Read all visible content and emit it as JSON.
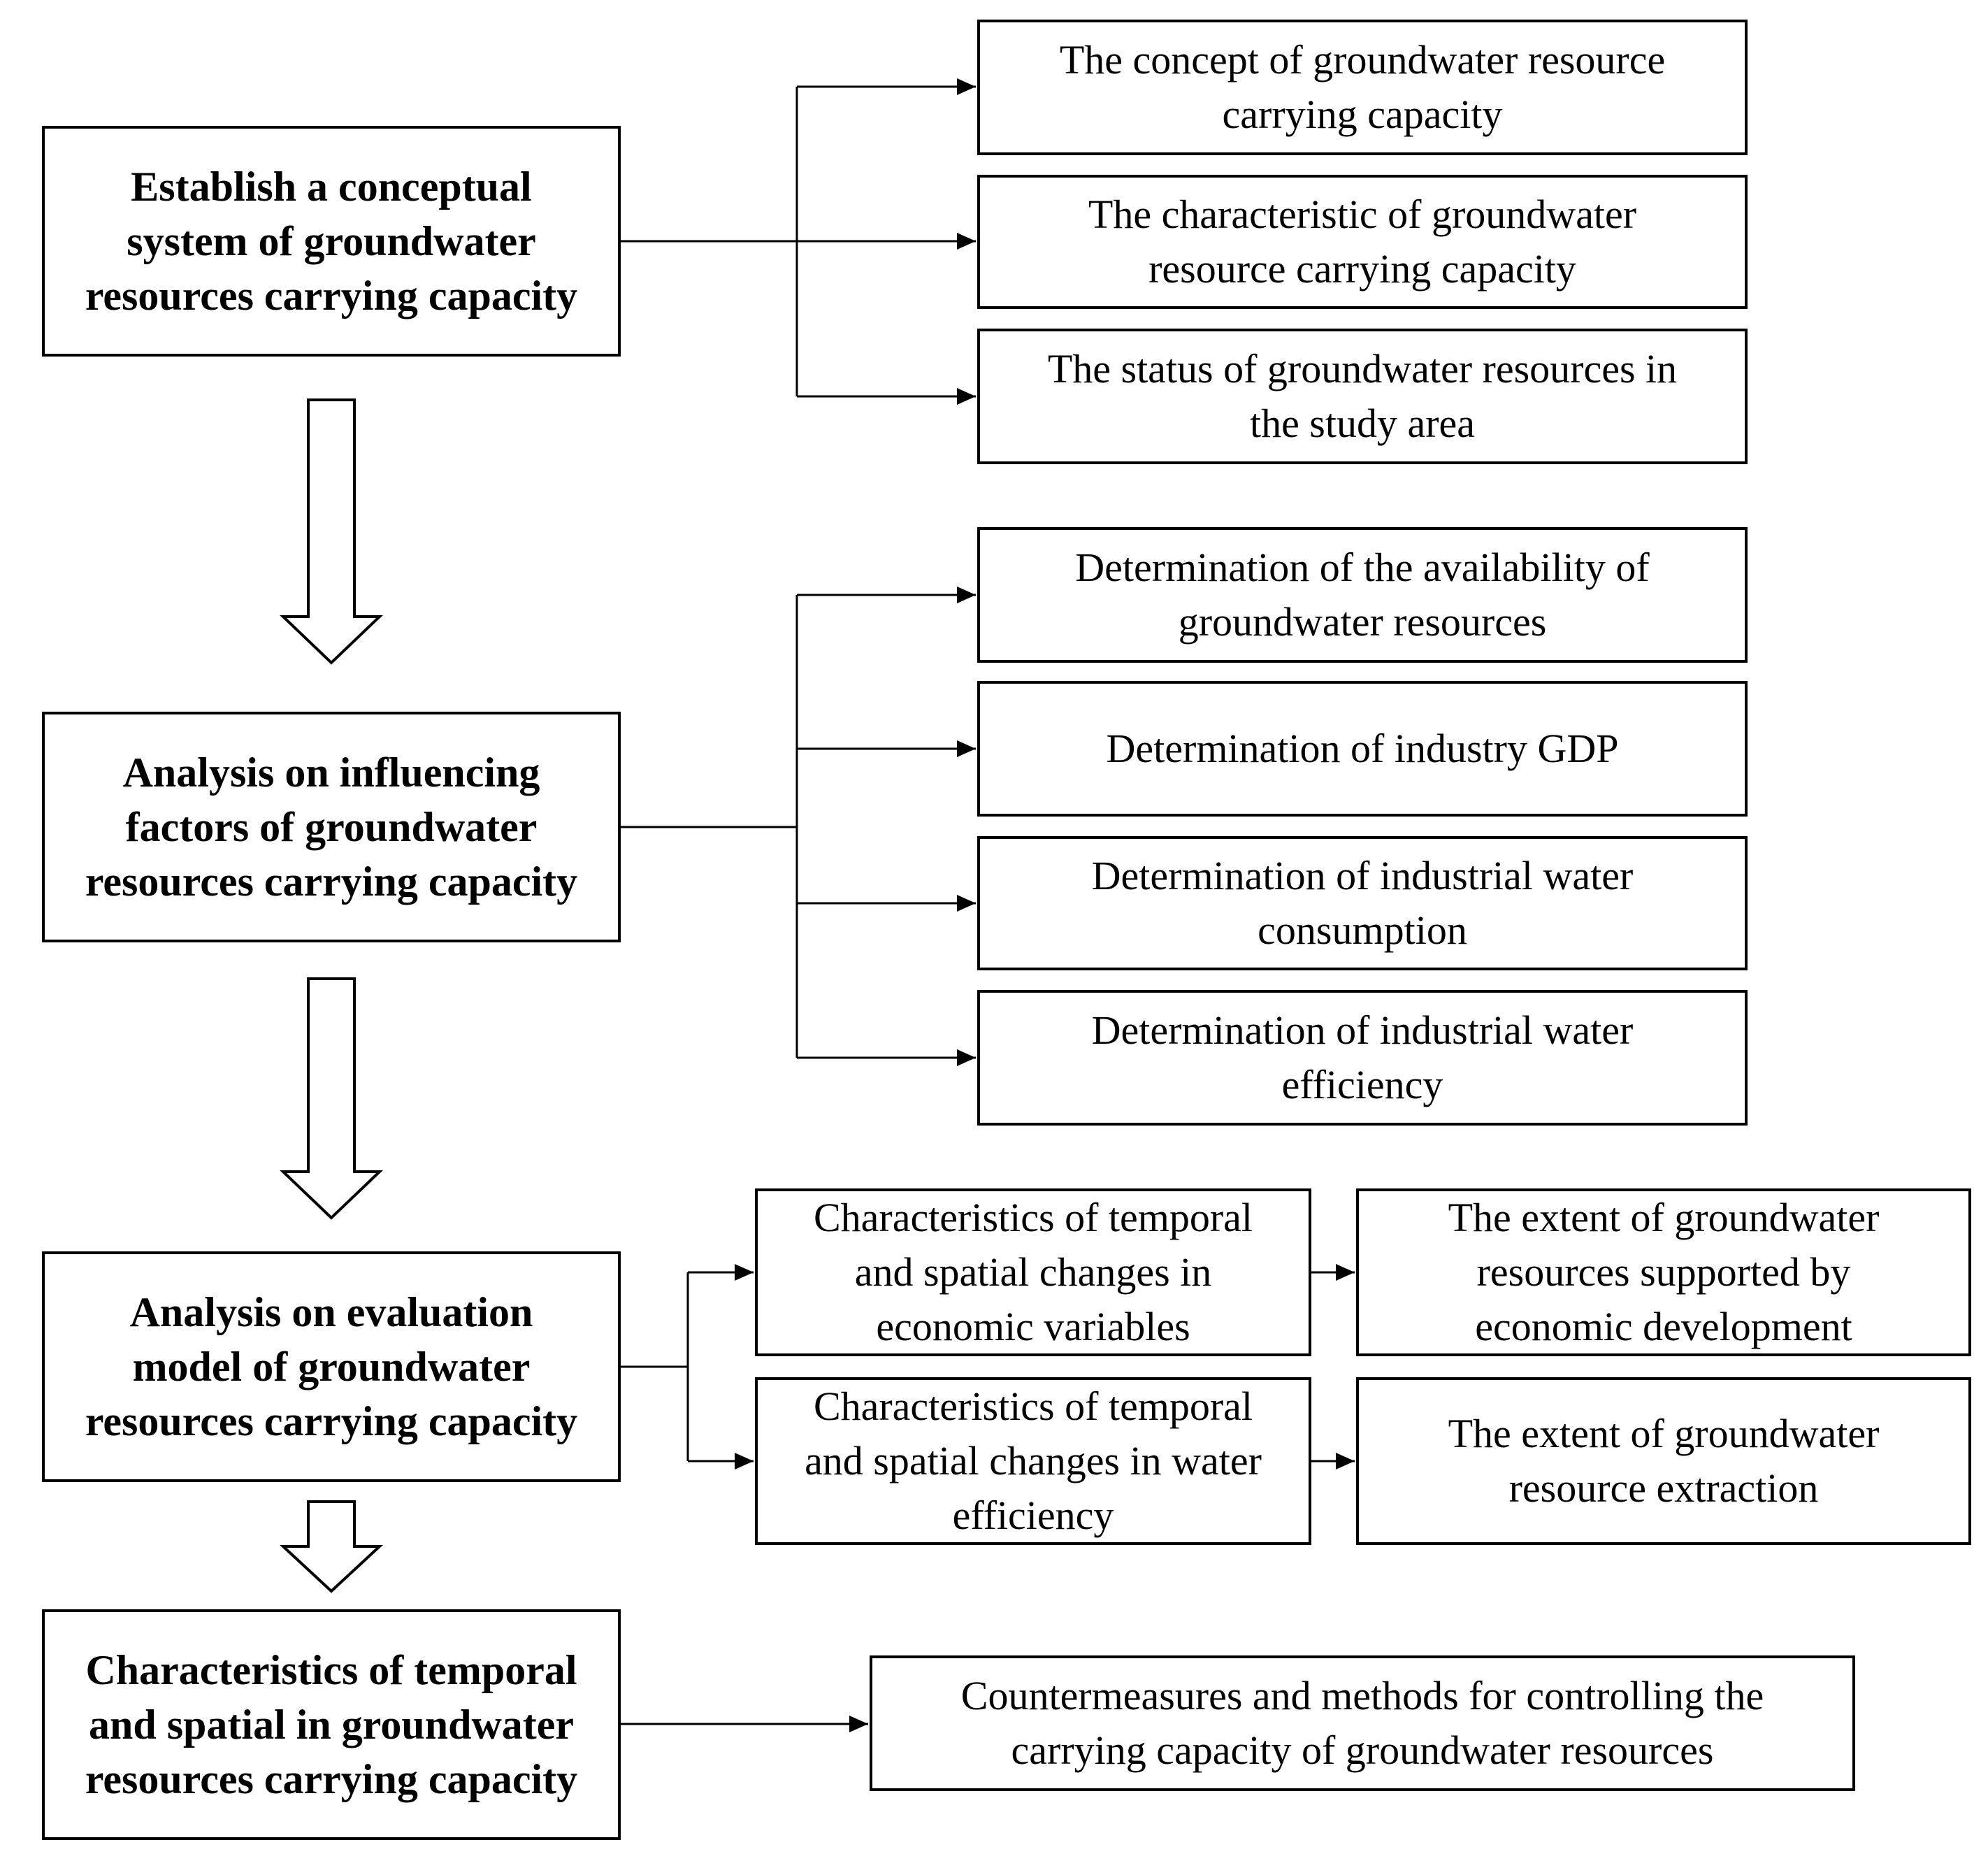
{
  "diagram": {
    "stages": [
      {
        "lines": [
          "Establish a conceptual",
          "system of groundwater",
          "resources carrying capacity"
        ]
      },
      {
        "lines": [
          "Analysis on influencing",
          "factors of groundwater",
          "resources carrying capacity"
        ]
      },
      {
        "lines": [
          "Analysis on evaluation",
          "model of groundwater",
          "resources carrying capacity"
        ]
      },
      {
        "lines": [
          "Characteristics of temporal",
          "and spatial in groundwater",
          "resources carrying capacity"
        ]
      }
    ],
    "stage1_items": [
      {
        "lines": [
          "The concept of groundwater resource",
          "carrying capacity"
        ]
      },
      {
        "lines": [
          "The characteristic of groundwater",
          "resource carrying capacity"
        ]
      },
      {
        "lines": [
          "The status of groundwater resources in",
          "the study area"
        ]
      }
    ],
    "stage2_items": [
      {
        "lines": [
          "Determination of the availability of",
          "groundwater resources"
        ]
      },
      {
        "lines": [
          "Determination of industry GDP"
        ]
      },
      {
        "lines": [
          "Determination of industrial water",
          "consumption"
        ]
      },
      {
        "lines": [
          "Determination of industrial water",
          "efficiency"
        ]
      }
    ],
    "stage3_items": [
      {
        "lines": [
          "Characteristics of temporal",
          "and spatial changes in",
          "economic variables"
        ]
      },
      {
        "lines": [
          "Characteristics of temporal",
          "and spatial changes in water",
          "efficiency"
        ]
      }
    ],
    "stage3_results": [
      {
        "lines": [
          "The extent of groundwater",
          "resources supported by",
          "economic development"
        ]
      },
      {
        "lines": [
          "The extent of groundwater",
          "resource extraction"
        ]
      }
    ],
    "stage4_items": [
      {
        "lines": [
          "Countermeasures and methods for controlling the",
          "carrying capacity of groundwater resources"
        ]
      }
    ],
    "colors": {
      "line": "#000000",
      "box_fill": "#ffffff",
      "text": "#000000"
    }
  }
}
